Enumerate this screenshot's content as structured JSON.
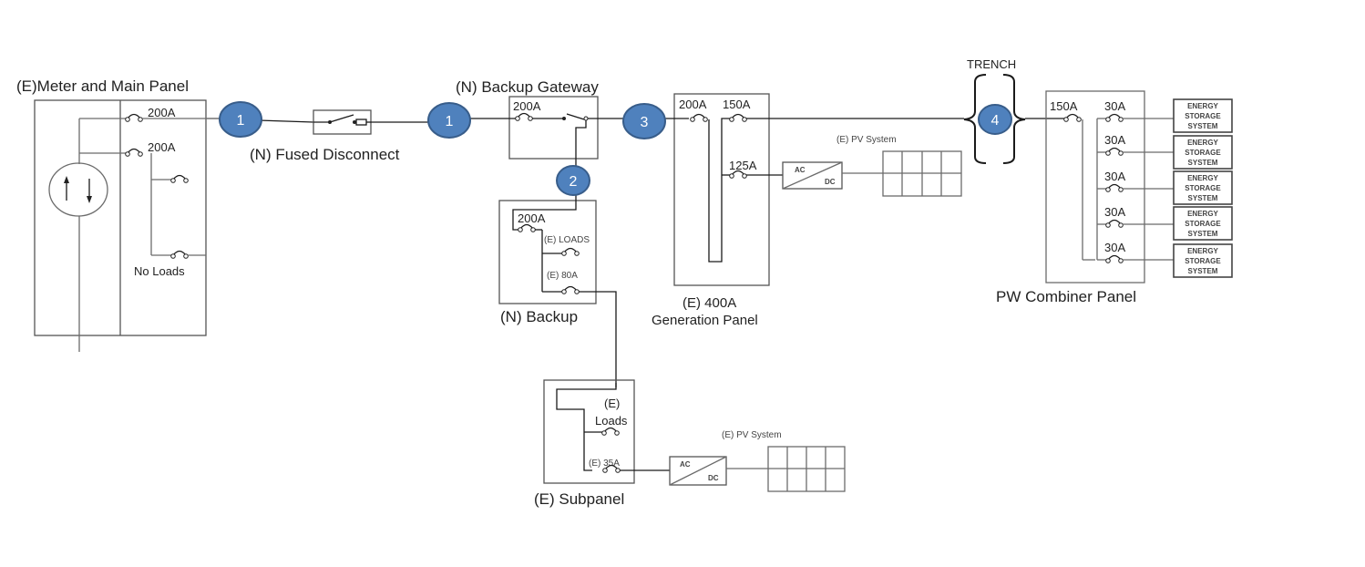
{
  "colors": {
    "node_fill": "#4f81bd",
    "node_border": "#385d8a",
    "line": "#1a1a1a"
  },
  "main_panel": {
    "title": "(E)Meter and Main Panel",
    "breaker_top": "200A",
    "breaker_second": "200A",
    "no_loads_label": "No Loads",
    "meter_icon": "bidirectional-meter-icon"
  },
  "fused_disconnect": {
    "label": "(N) Fused Disconnect"
  },
  "backup_gateway": {
    "title": "(N) Backup Gateway",
    "breaker": "200A"
  },
  "backup_panel": {
    "title": "(N) Backup",
    "main_breaker": "200A",
    "loads_label": "(E)  LOADS",
    "breaker_80": "(E) 80A"
  },
  "subpanel": {
    "title": "(E) Subpanel",
    "loads_label_line1": "(E)",
    "loads_label_line2": "Loads",
    "breaker_35": "(E) 35A",
    "inverter_ac": "AC",
    "inverter_dc": "DC",
    "pv_label": "(E) PV System"
  },
  "generation_panel": {
    "title_line1": "(E) 400A",
    "title_line2": "Generation Panel",
    "breaker_200": "200A",
    "breaker_150": "150A",
    "breaker_125": "125A",
    "inverter_ac": "AC",
    "inverter_dc": "DC",
    "pv_label": "(E) PV System"
  },
  "trench": {
    "label": "TRENCH"
  },
  "combiner_panel": {
    "title": "PW Combiner Panel",
    "main_breaker": "150A",
    "branches": [
      {
        "breaker": "30A",
        "ess": [
          "ENERGY",
          "STORAGE",
          "SYSTEM"
        ]
      },
      {
        "breaker": "30A",
        "ess": [
          "ENERGY",
          "STORAGE",
          "SYSTEM"
        ]
      },
      {
        "breaker": "30A",
        "ess": [
          "ENERGY",
          "STORAGE",
          "SYSTEM"
        ]
      },
      {
        "breaker": "30A",
        "ess": [
          "ENERGY",
          "STORAGE",
          "SYSTEM"
        ]
      },
      {
        "breaker": "30A",
        "ess": [
          "ENERGY",
          "STORAGE",
          "SYSTEM"
        ]
      }
    ]
  },
  "nodes": [
    {
      "id": "node-1a",
      "label": "1"
    },
    {
      "id": "node-1b",
      "label": "1"
    },
    {
      "id": "node-2",
      "label": "2"
    },
    {
      "id": "node-3",
      "label": "3"
    },
    {
      "id": "node-4",
      "label": "4"
    }
  ]
}
